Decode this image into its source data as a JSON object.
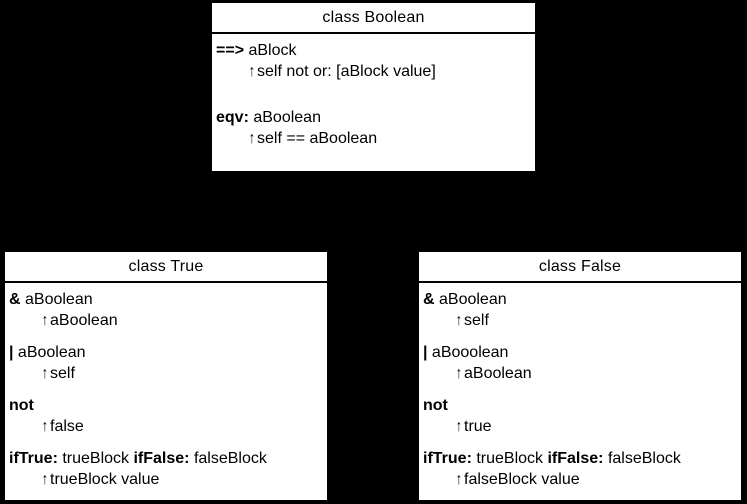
{
  "glyphs": {
    "return_arrow": "↑"
  },
  "colors": {
    "background": "#000000",
    "box_fill": "#ffffff",
    "box_border": "#000000",
    "text": "#000000"
  },
  "boxes": {
    "boolean": {
      "title": "class Boolean",
      "methods": [
        {
          "selector": [
            {
              "t": "==>",
              "b": true
            },
            {
              "t": " aBlock",
              "b": false
            }
          ],
          "returns": "self not or: [aBlock value]"
        },
        {
          "selector": [
            {
              "t": "eqv:",
              "b": true
            },
            {
              "t": " aBoolean",
              "b": false
            }
          ],
          "returns": "self == aBoolean"
        }
      ]
    },
    "true": {
      "title": "class True",
      "methods": [
        {
          "selector": [
            {
              "t": "&",
              "b": true
            },
            {
              "t": " aBoolean",
              "b": false
            }
          ],
          "returns": "aBoolean"
        },
        {
          "selector": [
            {
              "t": "|",
              "b": true
            },
            {
              "t": " aBoolean",
              "b": false
            }
          ],
          "returns": "self"
        },
        {
          "selector": [
            {
              "t": "not",
              "b": true
            }
          ],
          "returns": "false"
        },
        {
          "selector": [
            {
              "t": "ifTrue:",
              "b": true
            },
            {
              "t": " trueBlock ",
              "b": false
            },
            {
              "t": "ifFalse:",
              "b": true
            },
            {
              "t": " falseBlock",
              "b": false
            }
          ],
          "returns": "trueBlock value"
        }
      ]
    },
    "false": {
      "title": "class False",
      "methods": [
        {
          "selector": [
            {
              "t": "&",
              "b": true
            },
            {
              "t": " aBoolean",
              "b": false
            }
          ],
          "returns": "self"
        },
        {
          "selector": [
            {
              "t": "|",
              "b": true
            },
            {
              "t": " aBooolean",
              "b": false
            }
          ],
          "returns": "aBoolean"
        },
        {
          "selector": [
            {
              "t": "not",
              "b": true
            }
          ],
          "returns": "true"
        },
        {
          "selector": [
            {
              "t": "ifTrue:",
              "b": true
            },
            {
              "t": " trueBlock ",
              "b": false
            },
            {
              "t": "ifFalse:",
              "b": true
            },
            {
              "t": " falseBlock",
              "b": false
            }
          ],
          "returns": "falseBlock value"
        }
      ]
    }
  }
}
